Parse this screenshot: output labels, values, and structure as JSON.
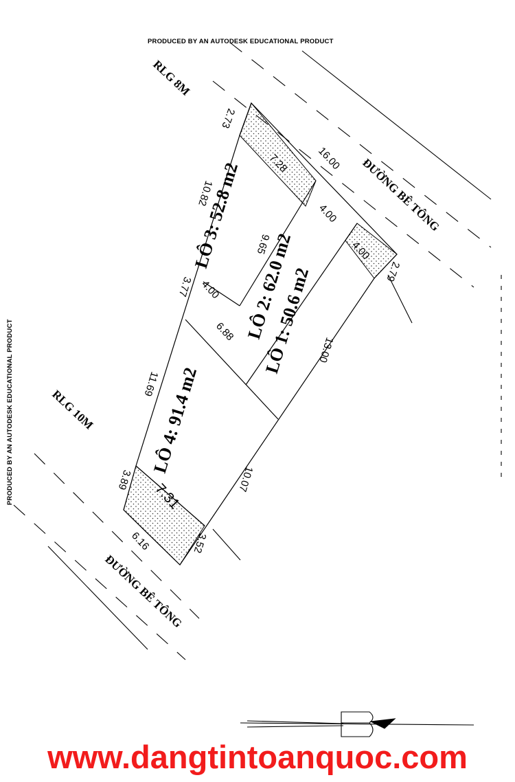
{
  "watermark": {
    "top": "PRODUCED BY AN AUTODESK EDUCATIONAL PRODUCT",
    "left": "PRODUCED BY AN AUTODESK EDUCATIONAL PRODUCT"
  },
  "roads": {
    "rlg_8m": "RLG 8M",
    "rlg_10m": "RLG 10M",
    "duong_be_tong_top": "ĐƯỜNG BÊ TÔNG",
    "duong_be_tong_bottom": "ĐƯỜNG BÊ TÔNG"
  },
  "lots": {
    "lot1": "LÔ 1: 50.6 m2",
    "lot2": "LÔ 2: 62.0 m2",
    "lot3": "LÔ 3: 52.8 m2",
    "lot4": "LÔ 4: 91.4 m2"
  },
  "dimensions": {
    "d_2_73": "2.73",
    "d_7_28": "7.28",
    "d_16_00": "16.00",
    "d_4_00_a": "4.00",
    "d_4_00_b": "4.00",
    "d_2_79": "2.79",
    "d_10_82": "10.82",
    "d_9_65": "9.65",
    "d_3_77": "3.77",
    "d_4_00_c": "4.00",
    "d_6_88": "6.88",
    "d_13_00": "13.00",
    "d_11_69": "11.69",
    "d_10_07": "10.07",
    "d_3_89": "3.89",
    "d_7_31": "7.31",
    "d_6_16": "6.16",
    "d_3_52": "3.52"
  },
  "website": "www.dangtintoanquoc.com"
}
